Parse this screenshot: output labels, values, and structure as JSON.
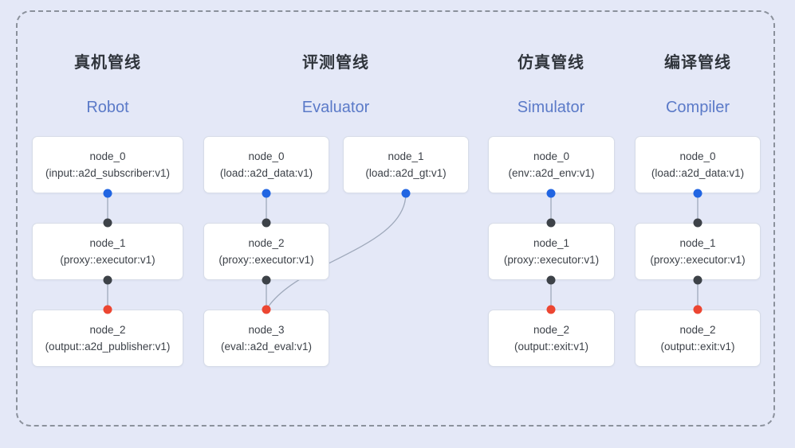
{
  "colors": {
    "background": "#e4e8f7",
    "frame_dash": "#8b919c",
    "node_fill": "#ffffff",
    "node_border": "#d7dce8",
    "node_text": "#3c4148",
    "title_zh": "#30353c",
    "title_en": "#5b7ac8",
    "edge": "#9fa9bb",
    "port_output_blue": "#2165e2",
    "port_mid_dark": "#3d4248",
    "port_input_red": "#ec4632"
  },
  "pipelines": [
    {
      "title_zh": "真机管线",
      "title_en": "Robot",
      "nodes": [
        {
          "name": "node_0",
          "type": "(input::a2d_subscriber:v1)"
        },
        {
          "name": "node_1",
          "type": "(proxy::executor:v1)"
        },
        {
          "name": "node_2",
          "type": "(output::a2d_publisher:v1)"
        }
      ]
    },
    {
      "title_zh": "评测管线",
      "title_en": "Evaluator",
      "nodes": [
        {
          "name": "node_0",
          "type": "(load::a2d_data:v1)"
        },
        {
          "name": "node_1",
          "type": "(load::a2d_gt:v1)"
        },
        {
          "name": "node_2",
          "type": "(proxy::executor:v1)"
        },
        {
          "name": "node_3",
          "type": "(eval::a2d_eval:v1)"
        }
      ]
    },
    {
      "title_zh": "仿真管线",
      "title_en": "Simulator",
      "nodes": [
        {
          "name": "node_0",
          "type": "(env::a2d_env:v1)"
        },
        {
          "name": "node_1",
          "type": "(proxy::executor:v1)"
        },
        {
          "name": "node_2",
          "type": "(output::exit:v1)"
        }
      ]
    },
    {
      "title_zh": "编译管线",
      "title_en": "Compiler",
      "nodes": [
        {
          "name": "node_0",
          "type": "(load::a2d_data:v1)"
        },
        {
          "name": "node_1",
          "type": "(proxy::executor:v1)"
        },
        {
          "name": "node_2",
          "type": "(output::exit:v1)"
        }
      ]
    }
  ]
}
